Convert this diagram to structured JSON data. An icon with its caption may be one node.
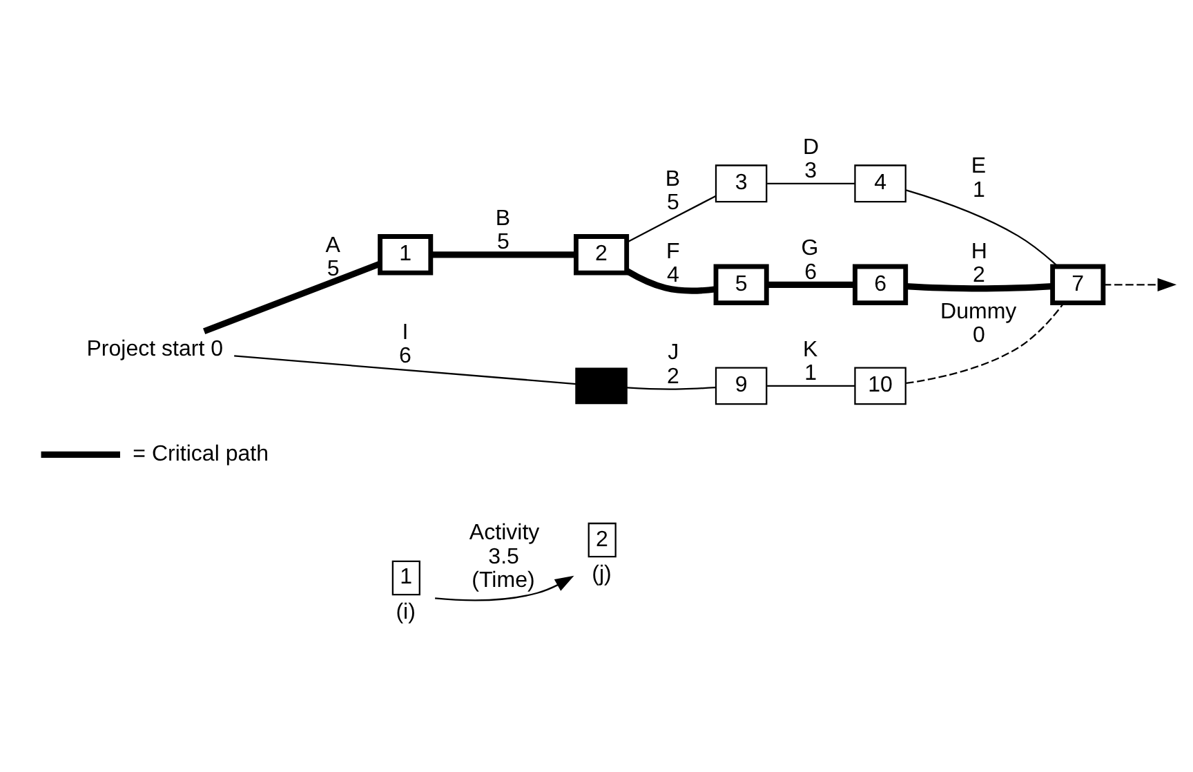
{
  "diagram": {
    "nodes": [
      {
        "text": [
          "Project start 0"
        ]
      },
      {
        "text": [
          "1"
        ]
      },
      {
        "text": [
          "2"
        ]
      },
      {
        "text": [
          "3"
        ]
      },
      {
        "text": [
          "4"
        ]
      },
      {
        "text": [
          "5"
        ]
      },
      {
        "text": [
          "6"
        ]
      },
      {
        "text": [
          "7"
        ]
      },
      {
        "text": [],
        "shape": "box"
      },
      {
        "text": [
          "9"
        ]
      },
      {
        "text": [
          "10"
        ]
      },
      {
        "text": [
          "1"
        ],
        "beside": [
          "(i)"
        ]
      },
      {
        "text": [
          "2"
        ],
        "beside": [
          "(j)"
        ]
      }
    ],
    "edges": [
      {
        "from": 0,
        "to": 1,
        "arrow": "none",
        "label": "A",
        "style": "thick"
      },
      {
        "from": 1,
        "to": 2,
        "arrow": "none",
        "label": "B",
        "style": "thick"
      },
      {
        "from": 2,
        "to": 3,
        "arrow": "none",
        "label": "B"
      },
      {
        "from": 3,
        "to": 4,
        "arrow": "none",
        "label": "D"
      },
      {
        "from": 4,
        "to": 7,
        "arrow": "none",
        "label": "E"
      },
      {
        "from": 2,
        "to": 5,
        "arrow": "none",
        "label": "F",
        "style": "thick"
      },
      {
        "from": 5,
        "to": 6,
        "arrow": "none",
        "label": "G",
        "style": "thick"
      },
      {
        "from": 6,
        "to": 7,
        "arrow": "none",
        "label": "H",
        "style": "thick"
      },
      {
        "from": 0,
        "to": 8,
        "arrow": "none",
        "label": "I"
      },
      {
        "from": 8,
        "to": 9,
        "arrow": "none",
        "label": "J"
      },
      {
        "from": 9,
        "to": 10,
        "arrow": "none",
        "label": "K"
      },
      {
        "from": 10,
        "to": 7,
        "arrow": "none",
        "label": "Dummy",
        "style": "dashed"
      },
      {
        "from": 7,
        "to": null,
        "arrow": "to",
        "style": "dashed"
      },
      {
        "from": 11,
        "to": 12,
        "arrow": "to",
        "label": "Activity"
      }
    ],
    "labels": [
      "5",
      "5",
      "5",
      "3",
      "1",
      "4",
      "6",
      "2",
      "6",
      "2",
      "1",
      "0",
      "3.5",
      "(Time)"
    ],
    "legend": [
      {
        "text": "= Critical path"
      }
    ]
  }
}
